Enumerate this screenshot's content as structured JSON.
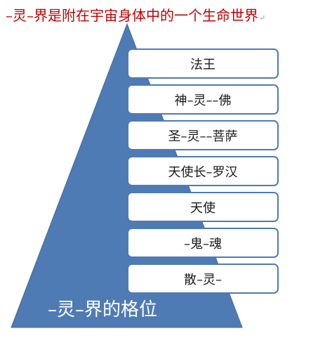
{
  "title": {
    "text": "–灵–界是附在宇宙身体中的一个生命世界",
    "return_mark": "↵"
  },
  "pyramid": {
    "color": "#4f7bb5",
    "base_label": "–灵–界的格位"
  },
  "levels": [
    {
      "label": "法王"
    },
    {
      "label": "神–灵––佛"
    },
    {
      "label": "圣–灵––菩萨"
    },
    {
      "label": "天使长–罗汉"
    },
    {
      "label": "天使"
    },
    {
      "label": "–鬼–魂"
    },
    {
      "label": "散–灵–"
    }
  ]
}
